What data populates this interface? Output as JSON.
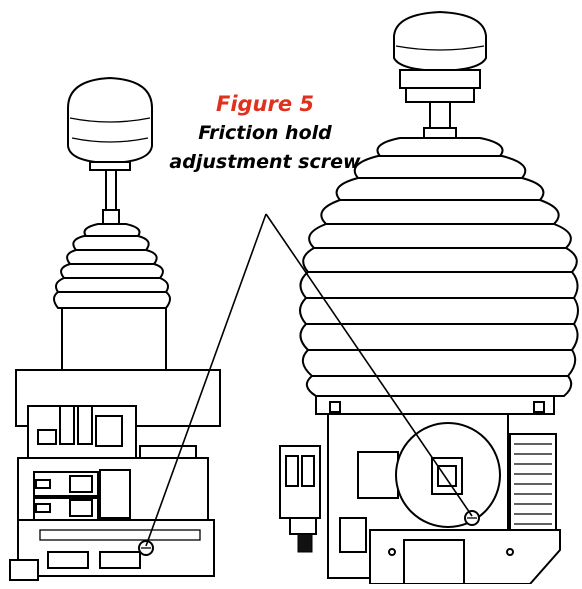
{
  "caption": {
    "figure_label": "Figure 5",
    "line1": "Friction hold",
    "line2": "adjustment screw"
  },
  "colors": {
    "figure_label": "#e0301e",
    "ink": "#000000",
    "background": "#ffffff"
  }
}
